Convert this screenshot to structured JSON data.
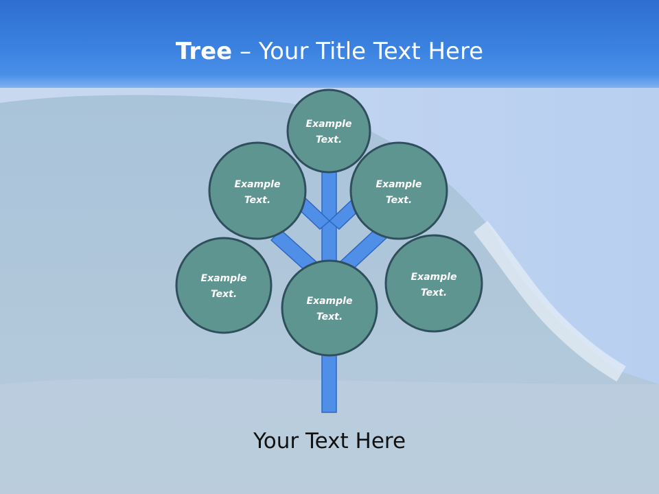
{
  "slide": {
    "title_bold": "Tree",
    "title_rest": " – Your Title Text Here",
    "caption": "Your Text Here",
    "colors": {
      "title_bar": "#3b82e0",
      "circle_fill": "#5f9591",
      "circle_stroke": "#2f4f5c",
      "branch": "#4f8fe8",
      "branch_stroke": "#2f66c0"
    }
  },
  "nodes": [
    {
      "line1": "Example",
      "line2": "Text."
    },
    {
      "line1": "Example",
      "line2": "Text."
    },
    {
      "line1": "Example",
      "line2": "Text."
    },
    {
      "line1": "Example",
      "line2": "Text."
    },
    {
      "line1": "Example",
      "line2": "Text."
    },
    {
      "line1": "Example",
      "line2": "Text."
    }
  ]
}
